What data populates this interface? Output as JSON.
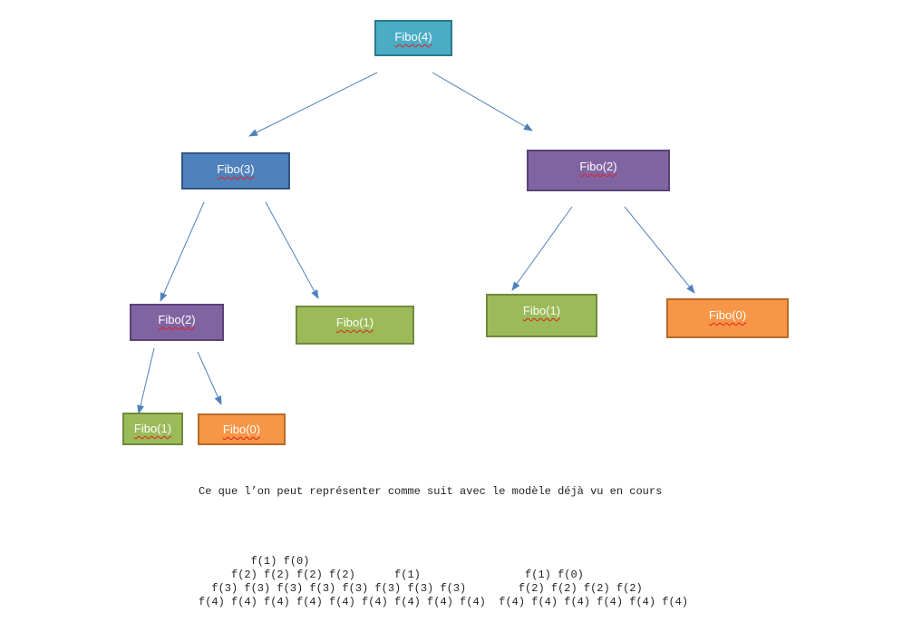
{
  "nodes": [
    {
      "id": "n4",
      "label": "Fibo(4)",
      "color": "#4BACC6",
      "border": "#2C7A8C"
    },
    {
      "id": "n3",
      "label": "Fibo(3)",
      "color": "#4F81BD",
      "border": "#2F5587"
    },
    {
      "id": "n2r",
      "label": "Fibo(2)",
      "color": "#8064A2",
      "border": "#5A4278"
    },
    {
      "id": "n2l",
      "label": "Fibo(2)",
      "color": "#8064A2",
      "border": "#5A4278"
    },
    {
      "id": "n1m",
      "label": "Fibo(1)",
      "color": "#9BBB59",
      "border": "#71893C"
    },
    {
      "id": "n1r",
      "label": "Fibo(1)",
      "color": "#9BBB59",
      "border": "#71893C"
    },
    {
      "id": "n0r",
      "label": "Fibo(0)",
      "color": "#F79646",
      "border": "#B86B28"
    },
    {
      "id": "n1ll",
      "label": "Fibo(1)",
      "color": "#9BBB59",
      "border": "#71893C"
    },
    {
      "id": "n0ll",
      "label": "Fibo(0)",
      "color": "#F79646",
      "border": "#B86B28"
    }
  ],
  "edges": [
    {
      "from": "n4",
      "to": "n3"
    },
    {
      "from": "n4",
      "to": "n2r"
    },
    {
      "from": "n3",
      "to": "n2l"
    },
    {
      "from": "n3",
      "to": "n1m"
    },
    {
      "from": "n2r",
      "to": "n1r"
    },
    {
      "from": "n2r",
      "to": "n0r"
    },
    {
      "from": "n2l",
      "to": "n1ll"
    },
    {
      "from": "n2l",
      "to": "n0ll"
    }
  ],
  "edge_color": "#4F81BD",
  "caption": "Ce que l’on peut représenter comme suit avec le modèle déjà vu en cours",
  "stack_lines": [
    "        f(1) f(0)",
    "     f(2) f(2) f(2) f(2)      f(1)                f(1) f(0)",
    "  f(3) f(3) f(3) f(3) f(3) f(3) f(3) f(3)        f(2) f(2) f(2) f(2)",
    "f(4) f(4) f(4) f(4) f(4) f(4) f(4) f(4) f(4)  f(4) f(4) f(4) f(4) f(4) f(4)"
  ]
}
